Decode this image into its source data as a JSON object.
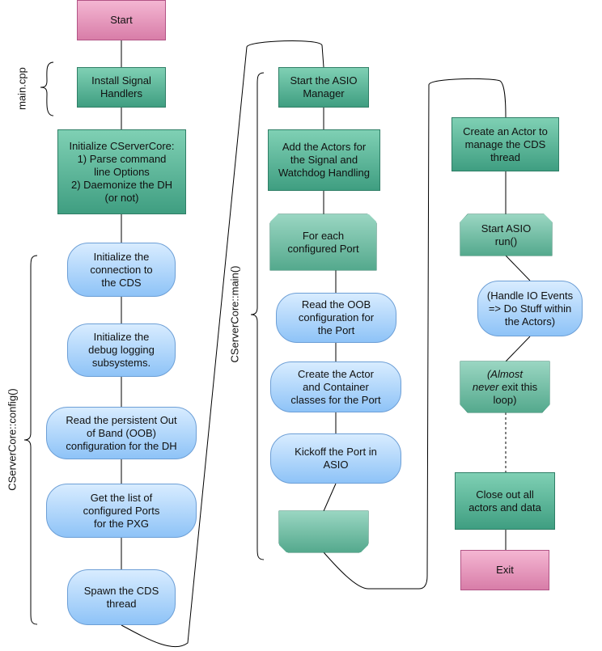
{
  "nodes": {
    "start": "Start",
    "install_signal_handlers": "Install Signal\nHandlers",
    "initialize_cservercore": "Initialize CServerCore:\n1) Parse command\nline Options\n2) Daemonize the DH\n(or not)",
    "init_cds_connection": "Initialize the\nconnection to\nthe CDS",
    "init_debug_logging": "Initialize the\ndebug logging\nsubsystems.",
    "read_oob_config": "Read the persistent Out\nof Band (OOB)\nconfiguration for the DH",
    "get_ports_list": "Get the list of\nconfigured Ports\nfor the PXG",
    "spawn_cds_thread": "Spawn the CDS\nthread",
    "start_asio_manager": "Start the ASIO\nManager",
    "add_actors": "Add the Actors for\nthe Signal and\nWatchdog Handling",
    "for_each_port": "For each\nconfigured Port",
    "read_port_oob": "Read the OOB\nconfiguration for\nthe Port",
    "create_actor_container": "Create the Actor\nand Container\nclasses for the Port",
    "kickoff_port": "Kickoff the Port in\nASIO",
    "loop_end_ports": "",
    "create_cds_actor": "Create an Actor to\nmanage the CDS\nthread",
    "start_asio_run": "Start ASIO\nrun()",
    "handle_io_events": "(Handle IO Events\n=> Do Stuff within\nthe Actors)",
    "almost_never_exit": "(Almost\nnever exit this\nloop)",
    "close_out": "Close out all\nactors and data",
    "exit": "Exit"
  },
  "brackets": {
    "main_cpp": "main.cpp",
    "config": "CServerCore::config()",
    "main": "CServerCore::main()"
  },
  "colors": {
    "terminal": "#e592bd",
    "process": "#5bb89b",
    "subroutine": "#a9d3fb",
    "edge": "#000000"
  }
}
